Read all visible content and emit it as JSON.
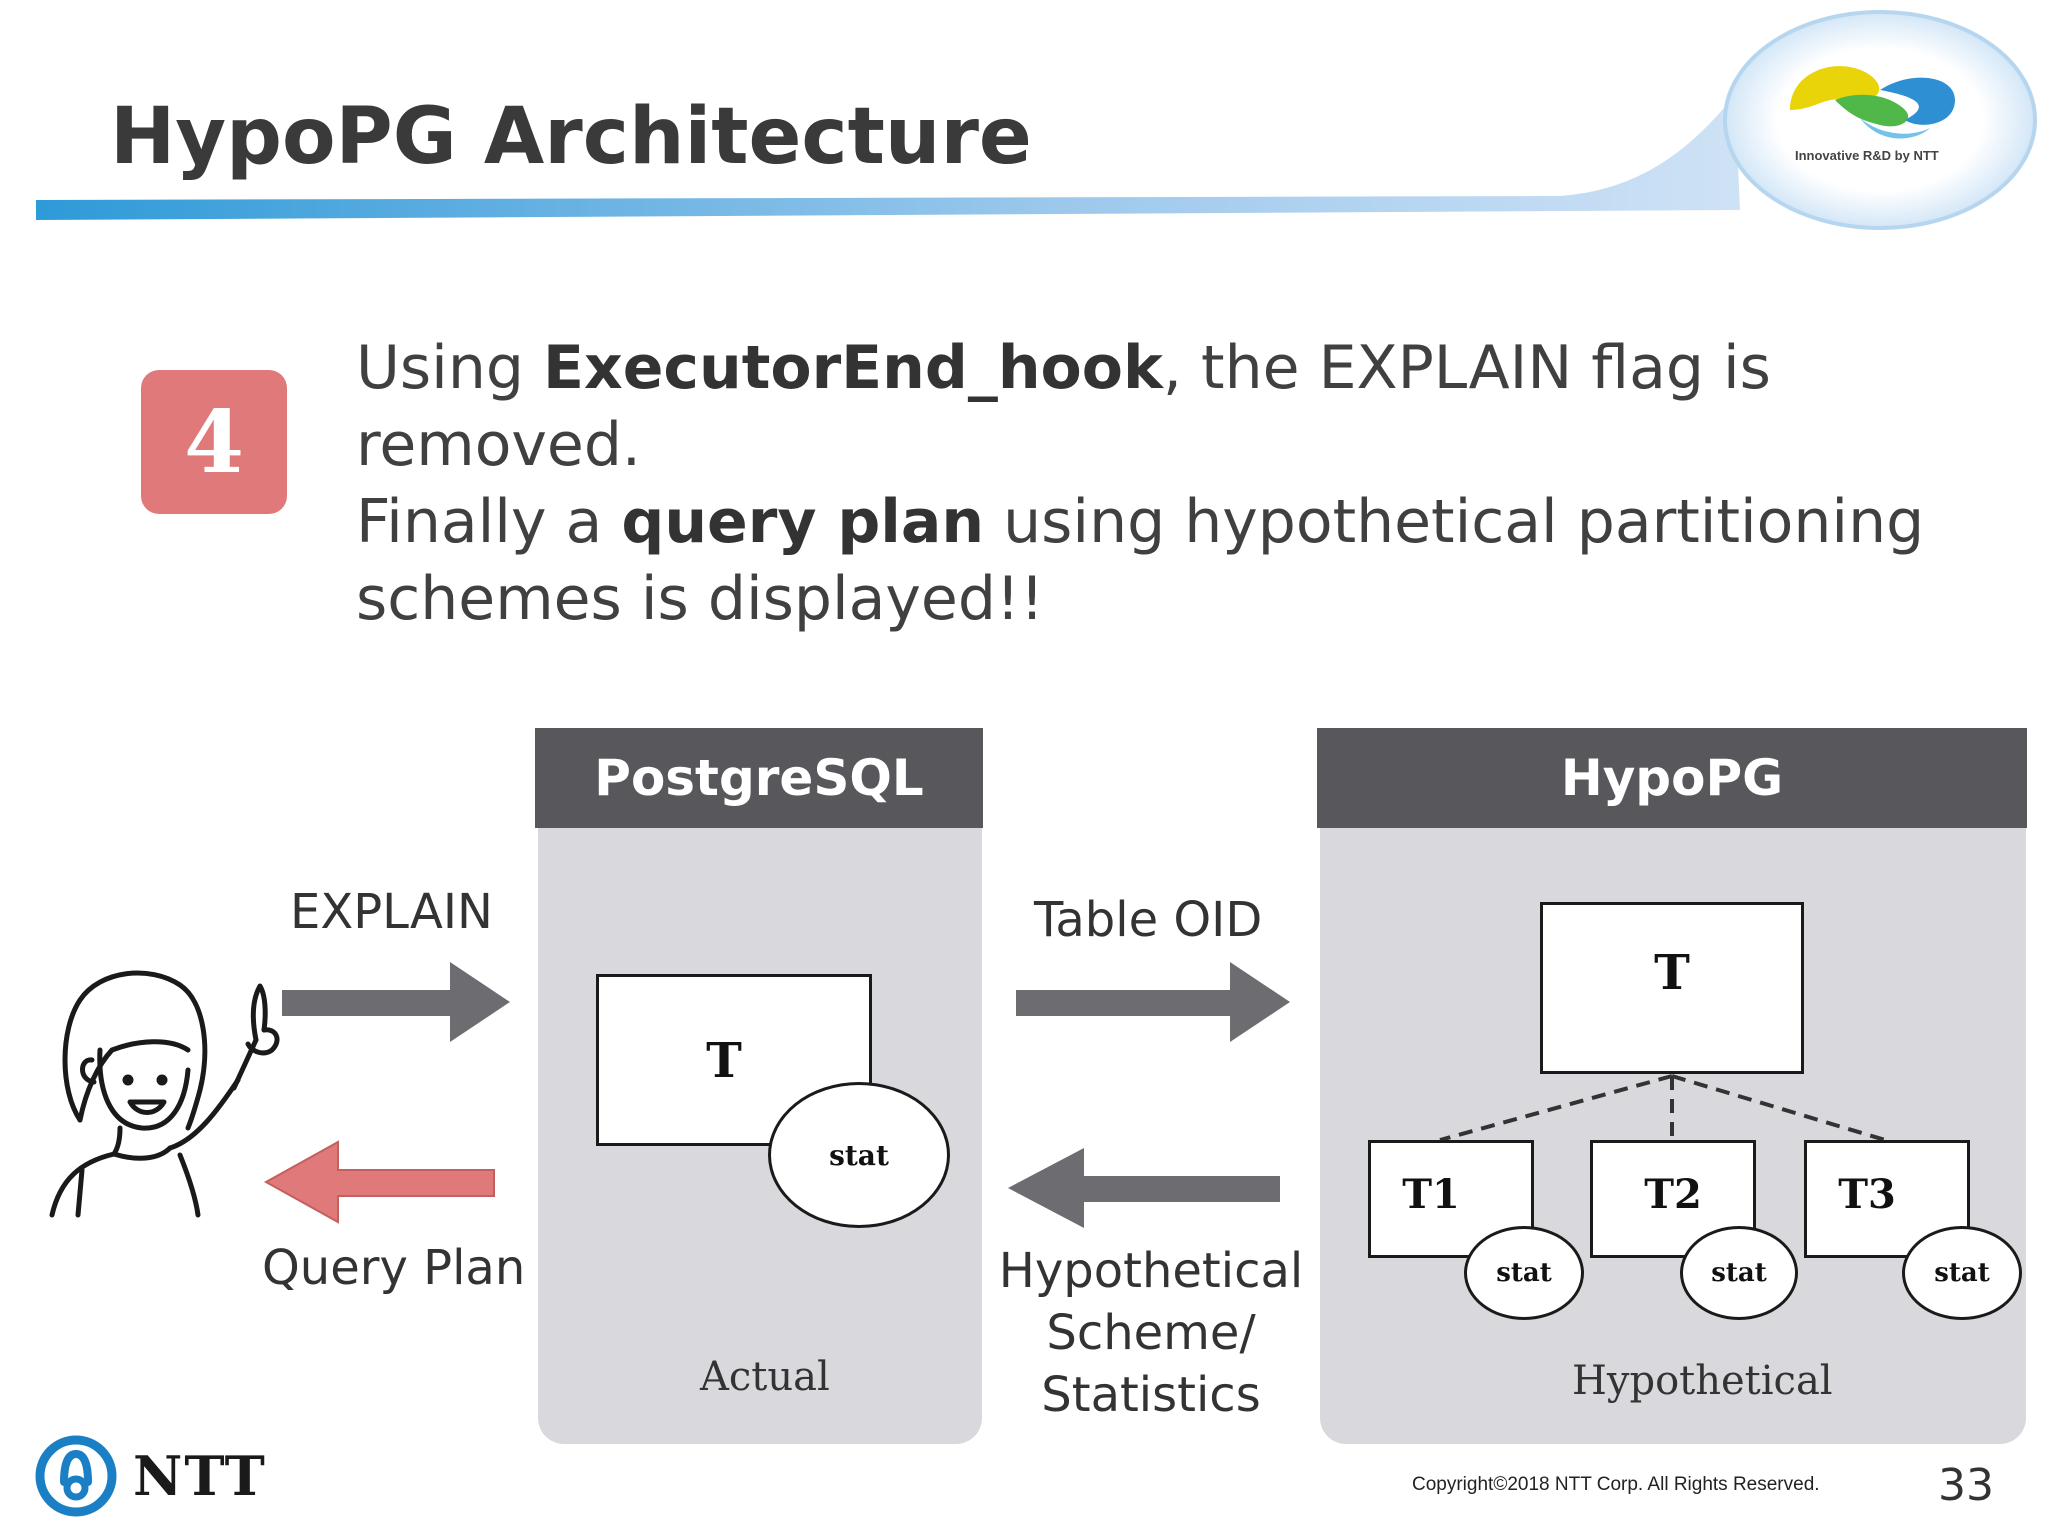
{
  "slide": {
    "title": "HypoPG Architecture",
    "logo_tagline": "Innovative R&D by NTT",
    "step_number": "4",
    "description": {
      "line1_pre": "Using ",
      "line1_bold": "ExecutorEnd_hook",
      "line1_post": ", the EXPLAIN flag is removed.",
      "line2_pre": "Finally a ",
      "line2_bold": "query plan",
      "line2_post": " using hypothetical partitioning",
      "line3": "schemes is displayed!!"
    }
  },
  "diagram": {
    "postgresql": {
      "header": "PostgreSQL",
      "table_label": "T",
      "stat_label": "stat",
      "footer": "Actual"
    },
    "hypopg": {
      "header": "HypoPG",
      "parent_label": "T",
      "children": [
        {
          "label": "T1",
          "stat": "stat"
        },
        {
          "label": "T2",
          "stat": "stat"
        },
        {
          "label": "T3",
          "stat": "stat"
        }
      ],
      "footer": "Hypothetical"
    },
    "arrows": {
      "explain": "EXPLAIN",
      "query_plan": "Query Plan",
      "table_oid": "Table OID",
      "hypothetical_line1": "Hypothetical",
      "hypothetical_line2": "Scheme/",
      "hypothetical_line3": "Statistics"
    },
    "colors": {
      "arrow_gray": "#6d6c70",
      "arrow_red": "#e07a7a",
      "panel_bg": "#d9d8dc",
      "panel_header": "#58575b"
    }
  },
  "footer": {
    "company": "NTT",
    "copyright": "Copyright©2018  NTT Corp. All Rights Reserved.",
    "page_number": "33"
  }
}
